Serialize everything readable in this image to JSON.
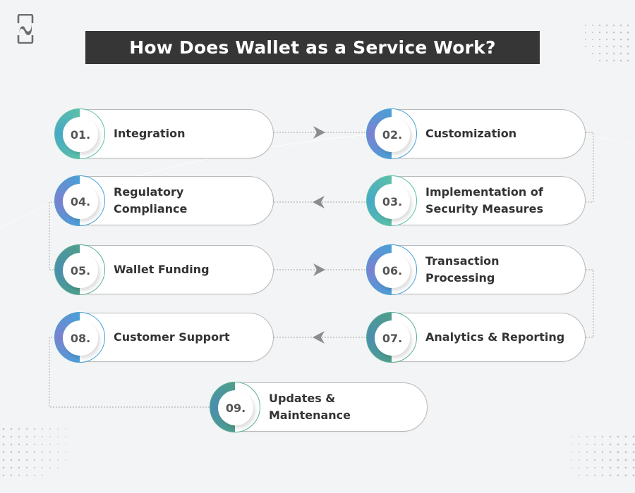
{
  "title": "How Does Wallet as a Service Work?",
  "logo": {
    "icon": "tilde-phone-logo-icon"
  },
  "colors": {
    "title_bg": "#363636",
    "title_text": "#ffffff",
    "teal": "#5cc0a8",
    "blue": "#4a9fd6",
    "purple_blue": "#7a82d0",
    "connector": "#b5b5b5",
    "arrow": "#8c8c8c"
  },
  "steps": [
    {
      "number": "01.",
      "label": "Integration",
      "ring": "teal"
    },
    {
      "number": "02.",
      "label": "Customization",
      "ring": "blue"
    },
    {
      "number": "03.",
      "label": "Implementation of Security Measures",
      "ring": "teal"
    },
    {
      "number": "04.",
      "label": "Regulatory Compliance",
      "ring": "blue"
    },
    {
      "number": "05.",
      "label": "Wallet Funding",
      "ring": "green"
    },
    {
      "number": "06.",
      "label": "Transaction Processing",
      "ring": "blue"
    },
    {
      "number": "07.",
      "label": "Analytics & Reporting",
      "ring": "green"
    },
    {
      "number": "08.",
      "label": "Customer Support",
      "ring": "blue"
    },
    {
      "number": "09.",
      "label": "Updates & Maintenance",
      "ring": "green"
    }
  ],
  "flow_arrows": [
    {
      "from": "01.",
      "to": "02.",
      "direction": "right"
    },
    {
      "from": "03.",
      "to": "04.",
      "direction": "left"
    },
    {
      "from": "05.",
      "to": "06.",
      "direction": "right"
    },
    {
      "from": "07.",
      "to": "08.",
      "direction": "left"
    }
  ]
}
